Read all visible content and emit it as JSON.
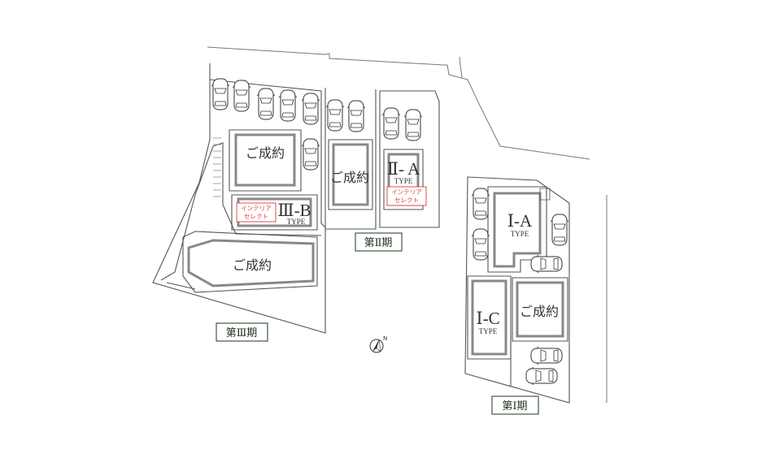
{
  "lots": {
    "phase3_b": {
      "name": "Ⅲ-B",
      "type": "TYPE",
      "badge": [
        "インテリア",
        "セレクト"
      ]
    },
    "phase3_sold_top": {
      "label": "ご成約"
    },
    "phase3_sold_big": {
      "label": "ご成約"
    },
    "phase2_sold": {
      "label": "ご成約"
    },
    "phase2_a": {
      "name": "Ⅱ- A",
      "type": "TYPE",
      "badge": [
        "インテリア",
        "セレクト"
      ]
    },
    "phase1_a": {
      "name": "Ⅰ-A",
      "type": "TYPE"
    },
    "phase1_c": {
      "name": "Ⅰ-C",
      "type": "TYPE"
    },
    "phase1_sold": {
      "label": "ご成約"
    }
  },
  "phases": {
    "phase1": "第Ⅰ期",
    "phase2": "第Ⅱ期",
    "phase3": "第Ⅲ期"
  },
  "compass": {
    "label": "N"
  },
  "colors": {
    "accent_red": "#e03a3a",
    "phase_border": "#3c5a3c",
    "line": "#555555"
  }
}
